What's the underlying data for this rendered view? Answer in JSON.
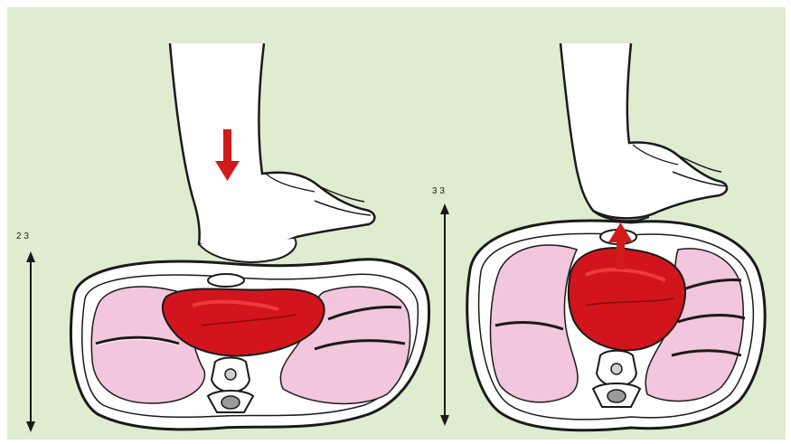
{
  "colors": {
    "background": "#dfeccf",
    "outline": "#1a1a1a",
    "body": "#ffffff",
    "lung": "#f2c6dc",
    "heart": "#d2141c",
    "heart_highlight": "#ee3a3a",
    "arrow_red": "#d11a1a"
  },
  "panels": [
    {
      "state": "compression",
      "depth_label": "2  3"
    },
    {
      "state": "release",
      "depth_label": "3  3"
    }
  ]
}
